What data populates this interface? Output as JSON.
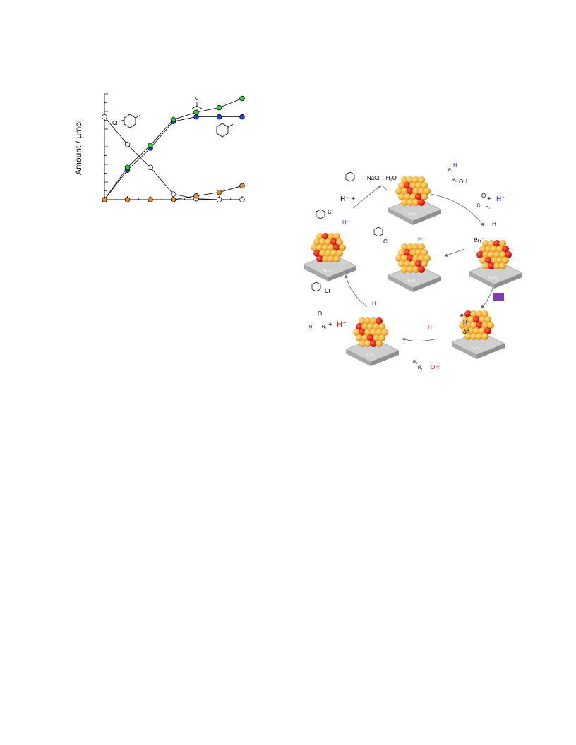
{
  "chart_data": {
    "type": "line",
    "ylabel": "Amount / µmol",
    "xlabel": "",
    "x": [
      0,
      1,
      2,
      3,
      4,
      5,
      6
    ],
    "ylim": [
      0,
      1.15
    ],
    "grid": false,
    "legend": "inline structure labels",
    "series": [
      {
        "label_hint": "structure: 4-chlorotoluene",
        "color": "#ffffff",
        "values": [
          0.9,
          0.6,
          0.35,
          0.06,
          0.01,
          0.0,
          0.0
        ]
      },
      {
        "label_hint": "structure: toluene",
        "color": "#1f3fcf",
        "values": [
          0.0,
          0.32,
          0.56,
          0.85,
          0.9,
          0.9,
          0.9
        ]
      },
      {
        "label_hint": "structure: ketone",
        "color": "#2ecc2e",
        "values": [
          0.0,
          0.35,
          0.59,
          0.87,
          0.95,
          1.0,
          1.1
        ]
      },
      {
        "label_hint": "structure: (orange)",
        "color": "#f08a1c",
        "values": [
          0.0,
          0.0,
          0.0,
          0.0,
          0.04,
          0.08,
          0.15
        ]
      }
    ],
    "inline_labels": {
      "chloro": "Cl"
    }
  },
  "scheme": {
    "support_label": "Ta₂O₅",
    "top_reaction": "+ NaCl + H₂O",
    "hydride_plus": "H⁻ +",
    "h_minus": "H⁻",
    "h_plus": "H⁺",
    "plus": "+",
    "cl": "Cl",
    "o": "O",
    "oh": "OH",
    "h": "H",
    "r1": "R₁",
    "r2": "R₂",
    "e_tr": "eₜᵣ⁻",
    "delta_plus": "δ⁺",
    "purple_box_color": "#7b3fb0"
  }
}
